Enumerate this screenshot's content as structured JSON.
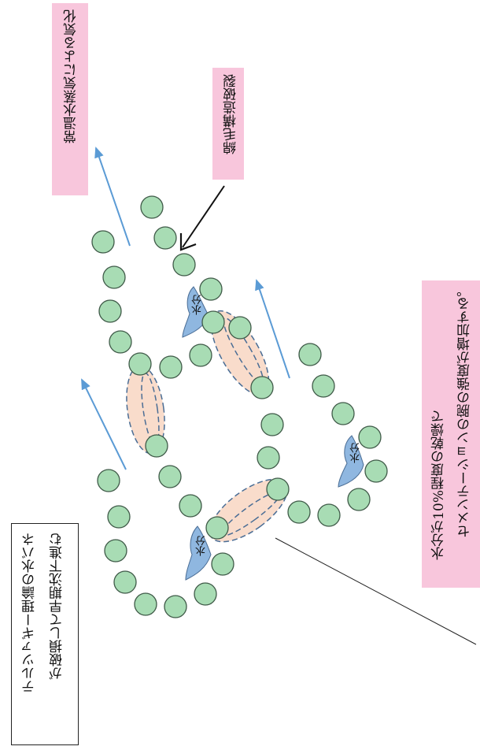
{
  "labels": {
    "vaporization": "常温水蒸気による気化",
    "crack": "綿毛構造破裂",
    "strength_line1": "水分が10%程度の乾燥で",
    "strength_line2": "セメンテーションの腕の強度が増加する。",
    "theory_line1": "テルツァギー理論の水バネ",
    "theory_line2": "が破損して早期沈下進む",
    "water_a": "水分",
    "water_b": "水分",
    "water_c": "水分"
  },
  "colors": {
    "particle_fill": "#a8dcb4",
    "particle_stroke": "#3f5a48",
    "bond_fill": "#f9dccb",
    "bond_dash": "#4a6d95",
    "water_fill": "#8fb7e0",
    "arrow_blue": "#5b9bd5",
    "label_pink": "#f8c6dc"
  }
}
